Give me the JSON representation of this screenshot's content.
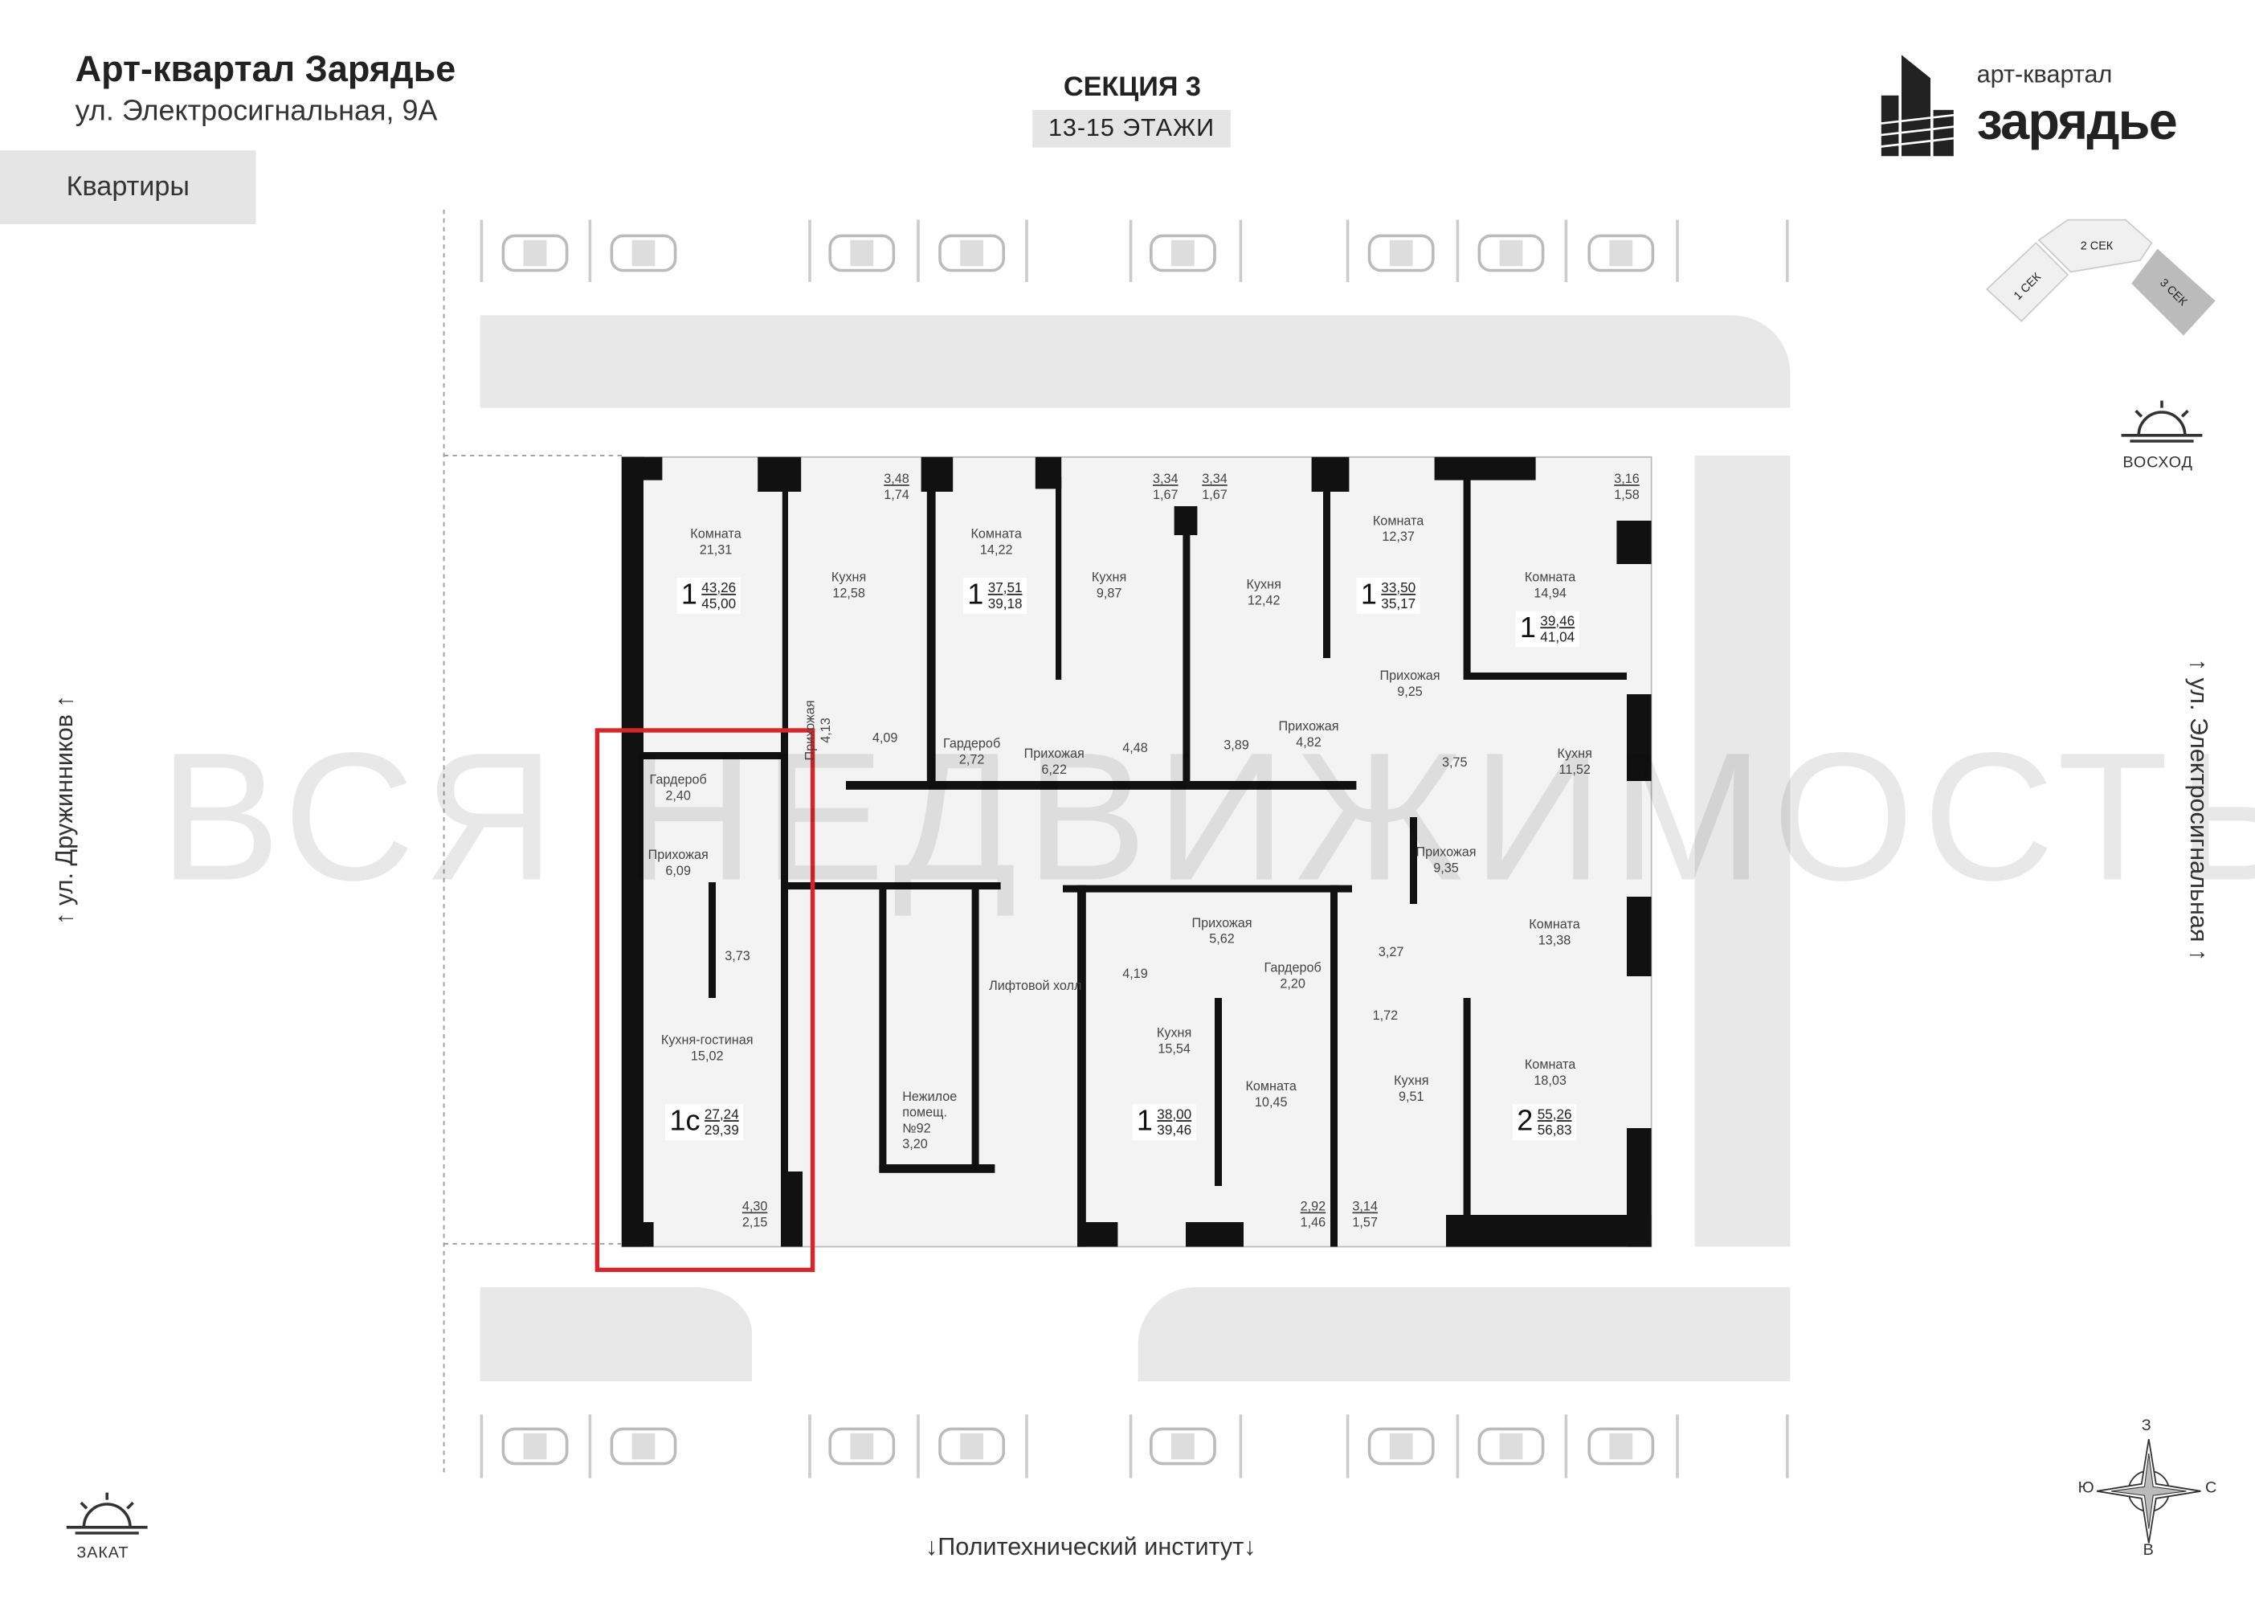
{
  "header": {
    "title": "Арт-квартал Зарядье",
    "address": "ул. Электросигнальная, 9А",
    "tab": "Квартиры"
  },
  "section": {
    "title": "СЕКЦИЯ 3",
    "floors": "13-15 ЭТАЖИ"
  },
  "logo": {
    "line1": "арт-квартал",
    "line2": "зарядье"
  },
  "section_map": {
    "s1": "1 СЕК",
    "s2": "2 СЕК",
    "s3": "3 СЕК"
  },
  "orientation": {
    "sunrise": "ВОСХОД",
    "sunset": "ЗАКАТ",
    "compass": {
      "n": "З",
      "w": "Ю",
      "e": "С",
      "s": "В"
    }
  },
  "streets": {
    "left": "ул. Дружинников",
    "right": "ул. Электросигнальная",
    "bottom": "Политехнический институт"
  },
  "watermark": "ВСЯ НЕДВИЖИМОСТЬ",
  "rooms": [
    {
      "name": "Комната",
      "area": "21,31"
    },
    {
      "name": "Кухня",
      "area": "12,58"
    },
    {
      "name": "Комната",
      "area": "14,22"
    },
    {
      "name": "Кухня",
      "area": "9,87"
    },
    {
      "name": "Кухня",
      "area": "12,42"
    },
    {
      "name": "Комната",
      "area": "12,37"
    },
    {
      "name": "Комната",
      "area": "14,94"
    },
    {
      "name": "Прихожая",
      "area": "4,13"
    },
    {
      "name": "",
      "area": "4,09"
    },
    {
      "name": "Гардероб",
      "area": "2,72"
    },
    {
      "name": "Прихожая",
      "area": "6,22"
    },
    {
      "name": "",
      "area": "4,48"
    },
    {
      "name": "",
      "area": "3,89"
    },
    {
      "name": "Прихожая",
      "area": "4,82"
    },
    {
      "name": "Прихожая",
      "area": "9,25"
    },
    {
      "name": "",
      "area": "3,75"
    },
    {
      "name": "Кухня",
      "area": "11,52"
    },
    {
      "name": "Гардероб",
      "area": "2,40"
    },
    {
      "name": "Прихожая",
      "area": "6,09"
    },
    {
      "name": "",
      "area": "3,73"
    },
    {
      "name": "Кухня-гостиная",
      "area": "15,02"
    },
    {
      "name": "Лифтовой холл",
      "area": ""
    },
    {
      "name": "Нежилое помещ. №92",
      "area": "3,20"
    },
    {
      "name": "Прихожая",
      "area": "5,62"
    },
    {
      "name": "",
      "area": "4,19"
    },
    {
      "name": "Гардероб",
      "area": "2,20"
    },
    {
      "name": "Кухня",
      "area": "15,54"
    },
    {
      "name": "Комната",
      "area": "10,45"
    },
    {
      "name": "",
      "area": "3,27"
    },
    {
      "name": "",
      "area": "1,72"
    },
    {
      "name": "Кухня",
      "area": "9,51"
    },
    {
      "name": "Прихожая",
      "area": "9,35"
    },
    {
      "name": "Комната",
      "area": "13,38"
    },
    {
      "name": "Комната",
      "area": "18,03"
    }
  ],
  "balconies": [
    {
      "total": "3,48",
      "reduced": "1,74"
    },
    {
      "total": "3,34",
      "reduced": "1,67"
    },
    {
      "total": "3,34",
      "reduced": "1,67"
    },
    {
      "total": "3,16",
      "reduced": "1,58"
    },
    {
      "total": "4,30",
      "reduced": "2,15"
    },
    {
      "total": "2,92",
      "reduced": "1,46"
    },
    {
      "total": "3,14",
      "reduced": "1,57"
    }
  ],
  "apartments": [
    {
      "rooms": "1",
      "living": "43,26",
      "total": "45,00"
    },
    {
      "rooms": "1",
      "living": "37,51",
      "total": "39,18"
    },
    {
      "rooms": "1",
      "living": "33,50",
      "total": "35,17"
    },
    {
      "rooms": "1",
      "living": "39,46",
      "total": "41,04"
    },
    {
      "rooms": "1с",
      "living": "27,24",
      "total": "29,39",
      "highlighted": true
    },
    {
      "rooms": "1",
      "living": "38,00",
      "total": "39,46"
    },
    {
      "rooms": "2",
      "living": "55,26",
      "total": "56,83"
    }
  ],
  "colors": {
    "highlight": "#d9252a",
    "wall": "#111111",
    "road": "#e8e8e8"
  }
}
